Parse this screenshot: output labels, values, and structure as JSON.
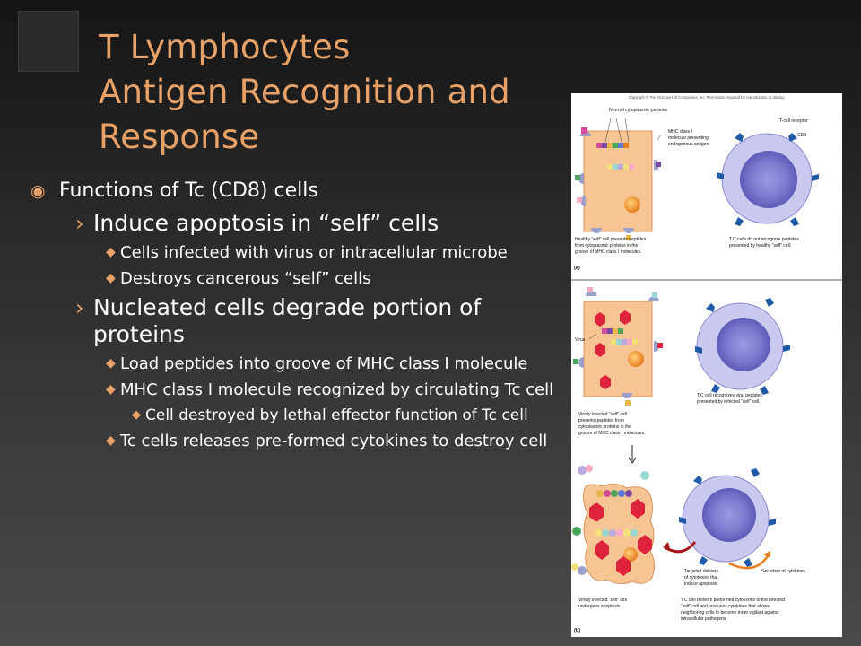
{
  "title": [
    "T Lymphocytes",
    "Antigen Recognition and",
    "Response"
  ],
  "bullets": {
    "b1": "Functions of Tc (CD8) cells",
    "b2a": "Induce apoptosis in “self” cells",
    "b3a": "Cells infected with virus or intracellular microbe",
    "b3b": "Destroys cancerous “self” cells",
    "b2b": "Nucleated cells degrade portion of proteins",
    "b3c": "Load peptides into groove of MHC class I molecule",
    "b3d": "MHC class I molecule recognized by circulating Tc cell",
    "b4a": "Cell destroyed by lethal effector function of Tc cell",
    "b3e": "Tc cells releases pre-formed cytokines to destroy cell"
  },
  "figure": {
    "copyright": "Copyright © The McGraw-Hill Companies, Inc. Permission required for reproduction or display.",
    "a": {
      "normal_proteins": "Normal cytoplasmic proteins",
      "mhc_label": [
        "MHC class I",
        "molecule presenting",
        "endogenous antigen"
      ],
      "tcr_label": "T-cell receptor",
      "cd8_label": "CD8",
      "caption_left": [
        "Healthy “self” cell presents peptides",
        "from cytoplasmic proteins in the",
        "groove of MHC class I molecules."
      ],
      "caption_right": [
        "T C cells do not recognize peptides",
        "presented by healthy “self” cell."
      ],
      "panel_letter": "(a)"
    },
    "b": {
      "virus_label": "Virus",
      "caption_right": [
        "T C cell recognizes viral peptides",
        "presented by infected “self” cell."
      ],
      "caption_left": [
        "Virally infected “self” cell",
        "presents peptides from",
        "cytoplasmic proteins in the",
        "groove of MHC class I molecules."
      ],
      "targeted": [
        "Targeted delivery",
        "of cytotoxins that",
        "induce apoptosis"
      ],
      "secretion": "Secretion of cytokines",
      "bottom_left": [
        "Virally infected “self” cell",
        "undergoes apoptosis."
      ],
      "bottom_right": [
        "T C cell delivers preformed cytotoxins to the infected",
        "“self” cell and produces cytokines that allows",
        "neighboring cells to become more vigilant against",
        "intracellular pathogens."
      ],
      "panel_letter": "(b)"
    }
  },
  "colors": {
    "title": "#e8a267",
    "bullet_marker": "#e8a267",
    "text": "#ffffff"
  }
}
